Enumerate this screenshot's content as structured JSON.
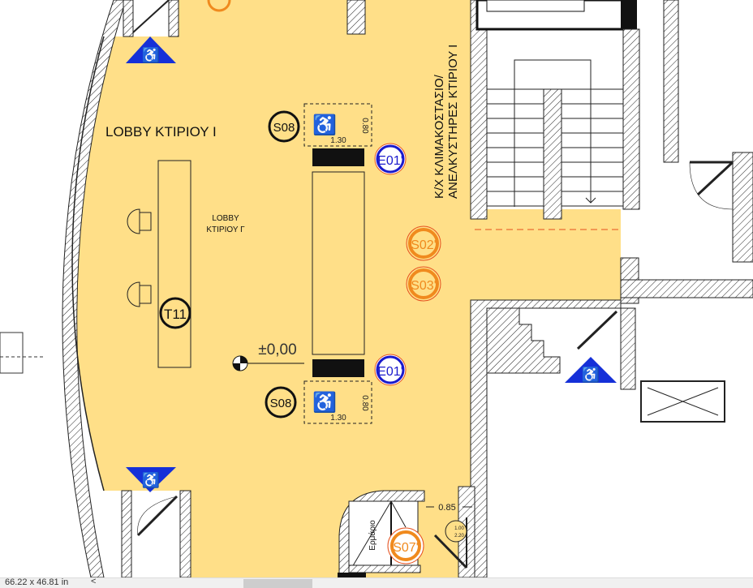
{
  "plan": {
    "lobby_title": "LOBBY ΚΤΙΡΙΟΥ Ι",
    "lobby_small_line1": "LOBBY",
    "lobby_small_line2": "ΚΤΙΡΙΟΥ Γ",
    "stair_label_line1": "Κ/Χ ΚΛΙΜΑΚΟΣΤΑΣΙΟ/",
    "stair_label_line2": "ΑΝΕΛΚΥΣΤΗΡΕΣ ΚΤΙΡΙΟΥ Ι",
    "level_mark": "±0,00",
    "cabinet_label": "Ερμάριο",
    "tags": {
      "s08_top": "S08",
      "s08_bottom": "S08",
      "e01_top": "E01'",
      "e01_bottom": "E01'",
      "s02": "S02'",
      "s03": "S03'",
      "t11": "T11",
      "s07": "S07'"
    },
    "dimensions": {
      "wc_width_top": "1.30",
      "wc_depth_top": "0.80",
      "wc_width_bottom": "1.30",
      "wc_depth_bottom": "0.80",
      "door_width": "0.85",
      "door_tag_top": "1.00",
      "door_tag_bottom": "2.20"
    },
    "colors": {
      "floor": "#FFDF88",
      "blue_tag": "#1a1acc",
      "orange_tag": "#f08a1e",
      "accessibility": "#1530d8"
    }
  },
  "statusbar": {
    "page_size": "66.22 x 46.81 in",
    "scroll_left": "<"
  }
}
